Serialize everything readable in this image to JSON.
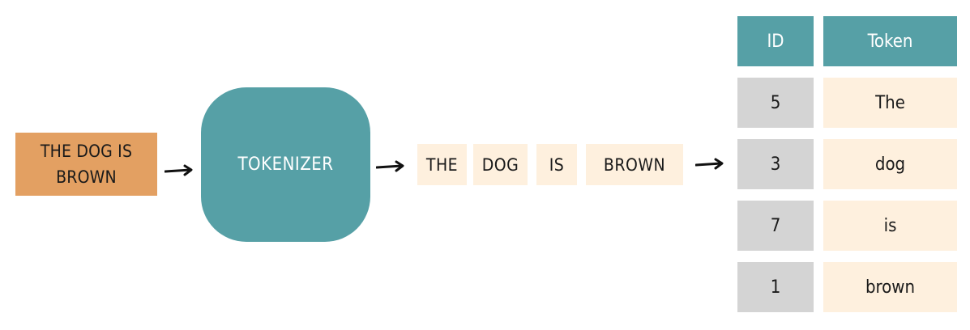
{
  "input": {
    "line1": "THE DOG IS",
    "line2": "BROWN"
  },
  "tokenizer": {
    "label": "TOKENIZER"
  },
  "tokens": [
    "THE",
    "DOG",
    "IS",
    "BROWN"
  ],
  "table": {
    "headers": {
      "id": "ID",
      "token": "Token"
    },
    "rows": [
      {
        "id": "5",
        "token": "The"
      },
      {
        "id": "3",
        "token": "dog"
      },
      {
        "id": "7",
        "token": "is"
      },
      {
        "id": "1",
        "token": "brown"
      }
    ]
  },
  "colors": {
    "input_fill": "#e3a062",
    "teal": "#56a0a6",
    "token_fill": "#fef0de",
    "id_fill": "#d4d4d4",
    "arrow": "#111111"
  }
}
